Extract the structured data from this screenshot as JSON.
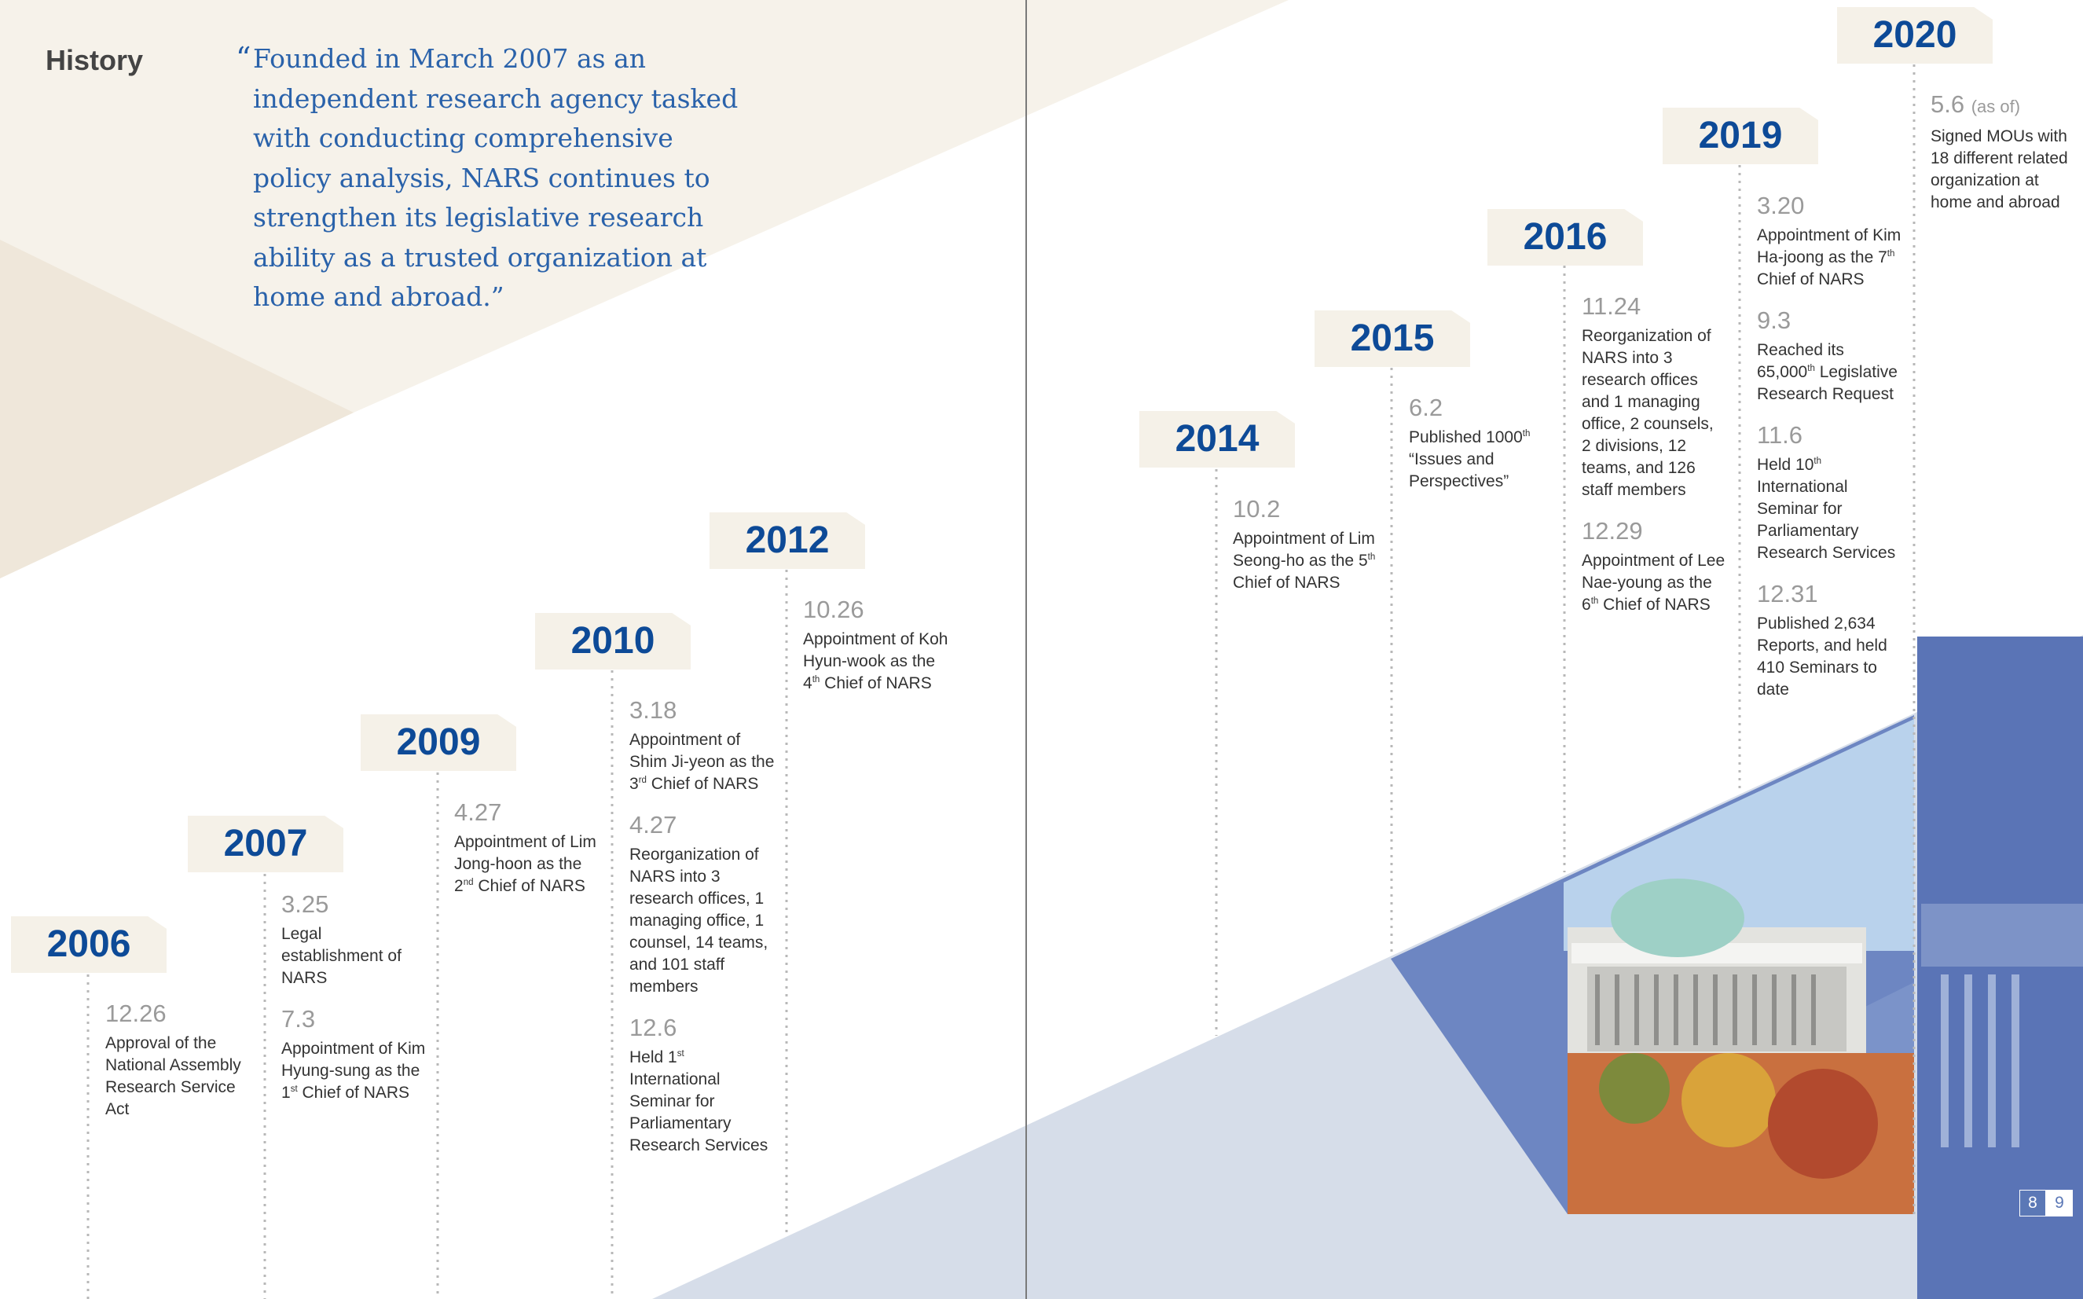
{
  "page": {
    "section_title": "History"
  },
  "quote": {
    "open_mark": "“",
    "text": "Founded in March 2007 as an independent research agency tasked with conducting comprehensive policy analysis, NARS continues to strengthen its legislative research ability as a trusted organization at home and abroad.”"
  },
  "timeline": [
    {
      "year": "2006",
      "events": [
        {
          "date": "12.26",
          "desc": "Approval of the National Assembly Research Service Act"
        }
      ]
    },
    {
      "year": "2007",
      "events": [
        {
          "date": "3.25",
          "desc": "Legal establishment of NARS"
        },
        {
          "date": "7.3",
          "desc_pre": "Appointment of Kim Hyung-sung as the 1",
          "sup": "st",
          "desc_post": " Chief of NARS"
        }
      ]
    },
    {
      "year": "2009",
      "events": [
        {
          "date": "4.27",
          "desc_pre": "Appointment of Lim Jong-hoon as the 2",
          "sup": "nd",
          "desc_post": " Chief of NARS"
        }
      ]
    },
    {
      "year": "2010",
      "events": [
        {
          "date": "3.18",
          "desc_pre": "Appointment of Shim Ji-yeon as the 3",
          "sup": "rd",
          "desc_post": " Chief of NARS"
        },
        {
          "date": "4.27",
          "desc": "Reorganization of NARS into 3 research offices, 1 managing office, 1 counsel, 14 teams, and 101 staff members"
        },
        {
          "date": "12.6",
          "desc_pre": "Held 1",
          "sup": "st",
          "desc_post": " International Seminar for Parliamentary Research Services"
        }
      ]
    },
    {
      "year": "2012",
      "events": [
        {
          "date": "10.26",
          "desc_pre": "Appointment of Koh Hyun-wook as the 4",
          "sup": "th",
          "desc_post": "  Chief of NARS"
        }
      ]
    },
    {
      "year": "2014",
      "events": [
        {
          "date": "10.2",
          "desc_pre": "Appointment of Lim Seong-ho as the 5",
          "sup": "th",
          "desc_post": " Chief of NARS"
        }
      ]
    },
    {
      "year": "2015",
      "events": [
        {
          "date": "6.2",
          "desc_pre": "Published 1000",
          "sup": "th",
          "desc_post": " “Issues and Perspectives”"
        }
      ]
    },
    {
      "year": "2016",
      "events": [
        {
          "date": "11.24",
          "desc": "Reorganization of NARS into 3 research offices and 1 managing office, 2 counsels, 2 divisions, 12 teams, and 126 staff members"
        },
        {
          "date": "12.29",
          "desc_pre": "Appointment of Lee Nae-young as the 6",
          "sup": "th",
          "desc_post": " Chief of NARS"
        }
      ]
    },
    {
      "year": "2019",
      "events": [
        {
          "date": "3.20",
          "desc_pre": "Appointment of Kim Ha-joong as the 7",
          "sup": "th",
          "desc_post": " Chief of NARS"
        },
        {
          "date": "9.3",
          "desc_pre": "Reached its 65,000",
          "sup": "th",
          "desc_post": " Legislative Research Request"
        },
        {
          "date": "11.6",
          "desc_pre": "Held 10",
          "sup": "th",
          "desc_post": " International Seminar for Parliamentary Research Services"
        },
        {
          "date": "12.31",
          "desc": "Published 2,634 Reports, and held 410 Seminars to date"
        }
      ]
    },
    {
      "year": "2020",
      "events": [
        {
          "date": "5.6",
          "note": "(as of)",
          "desc": "Signed MOUs with 18 different related organization at home and abroad"
        }
      ]
    }
  ],
  "page_numbers": {
    "left": "8",
    "right": "9"
  },
  "colors": {
    "year_blue": "#0d4a97",
    "quote_blue": "#2a62aa",
    "tab_bg": "#f5f1e8",
    "beige_light": "#f6f2ea",
    "beige_dark": "#efe7da",
    "slate_triangle": "#d4dbe8",
    "photo_blue": "#6f88c3"
  },
  "icons": [
    "national-assembly-building-photo",
    "open-quote-mark"
  ]
}
